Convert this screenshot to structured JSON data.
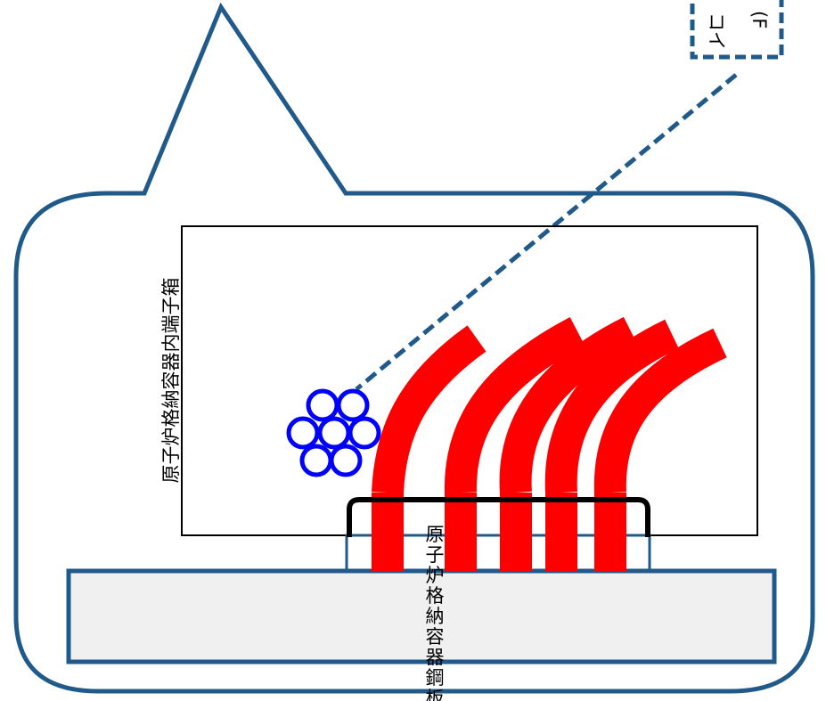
{
  "labels": {
    "terminal_box": "原子炉格納容器内端子箱",
    "steel_plate": "原子炉格納容器鋼板",
    "callout_line1": "コイ",
    "callout_line2": "(F"
  },
  "colors": {
    "outline_blue": "#1f5a8a",
    "cable_red": "#ff0000",
    "coil_blue": "#0000ff",
    "plate_fill": "#f0f0f0"
  }
}
